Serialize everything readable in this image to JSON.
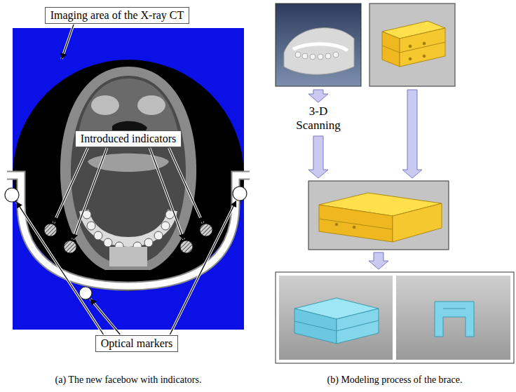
{
  "diagram": {
    "nodes": [
      {
        "text": [
          "Imaging area of the X-ray CT"
        ]
      },
      {
        "text": [
          "Introduced indicators"
        ]
      },
      {
        "text": [
          "Optical markers"
        ]
      }
    ],
    "labels": [
      "3-D Scanning",
      "(a) The new facebow with indicators.",
      "(b) Modeling process of the brace."
    ]
  }
}
